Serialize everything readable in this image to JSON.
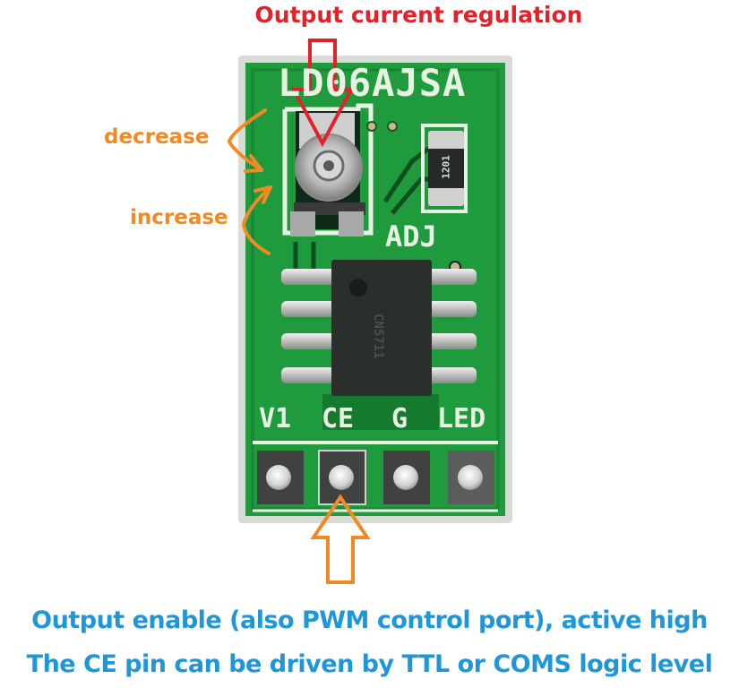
{
  "annotations": {
    "top_title": "Output current regulation",
    "decrease_label": "decrease",
    "increase_label": "increase",
    "note_line1": "Output enable (also PWM control port), active high",
    "note_line2": "The CE pin can be driven by TTL or COMS logic level"
  },
  "board": {
    "model_label": "LD06AJSA",
    "adj_label": "ADJ",
    "resistor_marking": "1201",
    "chip_marking": "CN5711",
    "pin_labels": [
      "V1",
      "CE",
      "G",
      "LED"
    ]
  },
  "colors": {
    "title_red": "#e0232b",
    "arrow_red": "#e0232b",
    "orange": "#f08a24",
    "note_blue": "#1e96d8",
    "pcb_green": "#1f9a3c",
    "silkscreen": "#e8f2e2"
  },
  "icons": {
    "down_arrow": "red-hollow-down-arrow-icon",
    "up_arrow": "orange-hollow-up-arrow-icon",
    "decrease_arrow": "orange-curved-arrow-icon",
    "increase_arrow": "orange-curved-arrow-icon"
  }
}
